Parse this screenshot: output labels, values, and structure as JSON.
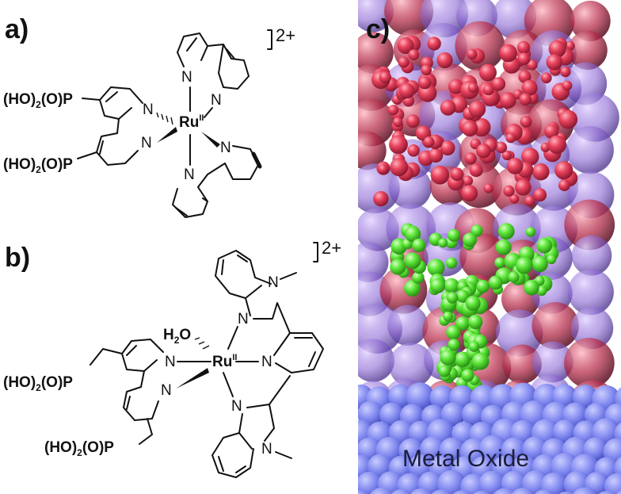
{
  "panels": {
    "a": {
      "label": "a)",
      "charge": "2+",
      "metal": "Ru",
      "metal_ox": "II",
      "group": {
        "pre": "(HO)",
        "sub1": "2",
        "mid": "(O)P"
      },
      "nitrogen": "N"
    },
    "b": {
      "label": "b)",
      "charge": "2+",
      "metal": "Ru",
      "metal_ox": "II",
      "water": {
        "h": "H",
        "sub": "2",
        "o": "O"
      },
      "group": {
        "pre": "(HO)",
        "sub1": "2",
        "mid": "(O)P"
      },
      "nitrogen": "N"
    },
    "c": {
      "label": "c)",
      "surface_label": "Metal Oxide",
      "colors": {
        "top_molecule": "#e8425c",
        "bottom_molecule": "#5ee83a",
        "shell": "#8e6ad6",
        "shell_dark": "#9b2a44",
        "surface": "#6f77e6"
      }
    }
  }
}
